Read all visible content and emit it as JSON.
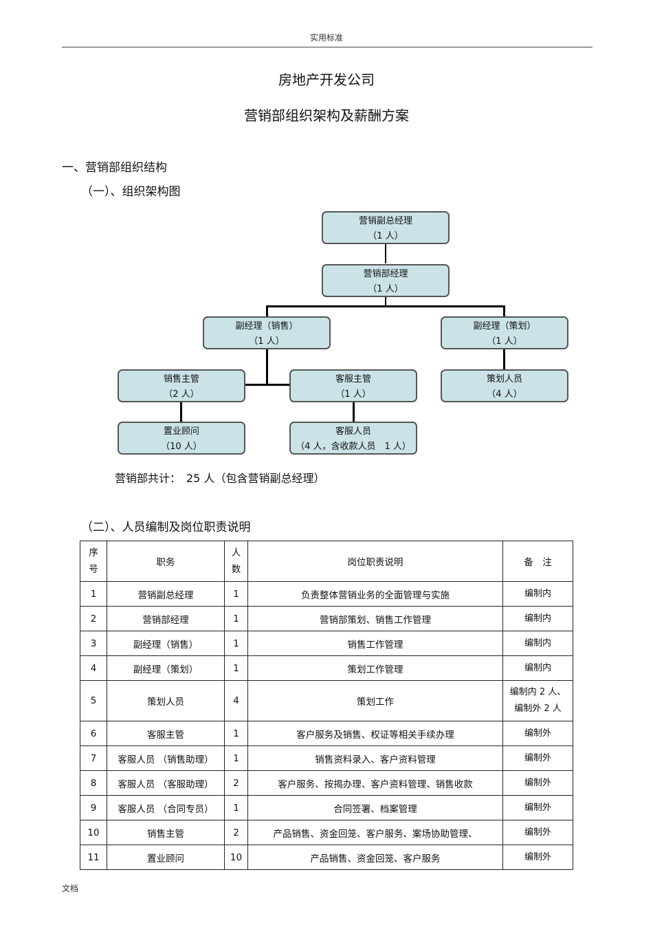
{
  "header": {
    "text": "实用标准"
  },
  "title": {
    "line1": "房地产开发公司",
    "line2": "营销部组织架构及薪酬方案"
  },
  "section1": {
    "heading": "一、营销部组织结构",
    "sub1": "（一）、组织架构图"
  },
  "org_chart": {
    "nodes": [
      {
        "name": "营销副总经理",
        "count": "（1 人）"
      },
      {
        "name": "营销部经理",
        "count": "（1 人）"
      },
      {
        "name": "副经理（销售）",
        "count": "（1 人）"
      },
      {
        "name": "副经理（策划）",
        "count": "（1 人）"
      },
      {
        "name": "销售主管",
        "count": "（2 人）"
      },
      {
        "name": "客服主管",
        "count": "（1 人）"
      },
      {
        "name": "策划人员",
        "count": "（4 人）"
      },
      {
        "name": "置业顾问",
        "count": "（10 人）"
      },
      {
        "name": "客服人员",
        "count": "（4 人，含收款人员　1 人）"
      }
    ],
    "total": "营销部共计：　25 人（包含营销副总经理）"
  },
  "section2": {
    "sub2": "（二）、人员编制及岗位职责说明"
  },
  "staff_table": {
    "headers": {
      "no": "序\n号",
      "position": "职务",
      "count": "人\n数",
      "duty": "岗位职责说明",
      "note": "备　注"
    },
    "rows": [
      {
        "no": "1",
        "position": "营销副总经理",
        "count": "1",
        "duty": "负责整体营销业务的全面管理与实施",
        "note": "编制内"
      },
      {
        "no": "2",
        "position": "营销部经理",
        "count": "1",
        "duty": "营销部策划、销售工作管理",
        "note": "编制内"
      },
      {
        "no": "3",
        "position": "副经理（销售）",
        "count": "1",
        "duty": "销售工作管理",
        "note": "编制内"
      },
      {
        "no": "4",
        "position": "副经理（策划）",
        "count": "1",
        "duty": "策划工作管理",
        "note": "编制内"
      },
      {
        "no": "5",
        "position": "策划人员",
        "count": "4",
        "duty": "策划工作",
        "note": "编制内 2 人、\n编制外 2 人"
      },
      {
        "no": "6",
        "position": "客服主管",
        "count": "1",
        "duty": "客户服务及销售、权证等相关手续办理",
        "note": "编制外"
      },
      {
        "no": "7",
        "position": "客服人员 （销售助理）",
        "count": "1",
        "duty": "销售资料录入、客户资料管理",
        "note": "编制外"
      },
      {
        "no": "8",
        "position": "客服人员 （客服助理）",
        "count": "2",
        "duty": "客户服务、按揭办理、客户资料管理、销售收款",
        "note": "编制外"
      },
      {
        "no": "9",
        "position": "客服人员 （合同专员）",
        "count": "1",
        "duty": "合同签署、档案管理",
        "note": "编制外"
      },
      {
        "no": "10",
        "position": "销售主管",
        "count": "2",
        "duty": "产品销售、资金回笼、客户服务、案场协助管理、",
        "note": "编制外"
      },
      {
        "no": "11",
        "position": "置业顾问",
        "count": "10",
        "duty": "产品销售、资金回笼、客户服务",
        "note": "编制外"
      }
    ]
  },
  "footer": {
    "text": "文档"
  }
}
